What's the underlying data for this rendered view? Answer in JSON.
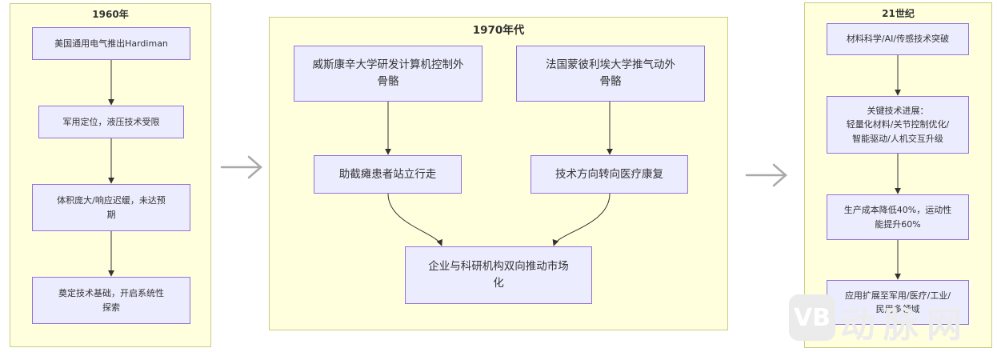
{
  "stages": [
    {
      "title": "1960年",
      "nodes": [
        "美国通用电气推出Hardiman",
        "军用定位，液压技术受限",
        "体积庞大/响应迟缓，未达预期",
        "奠定技术基础，开启系统性探索"
      ]
    },
    {
      "title": "1970年代",
      "nodes": [
        "威斯康辛大学研发计算机控制外骨骼",
        "法国蒙彼利埃大学推气动外骨骼",
        "助截瘫患者站立行走",
        "技术方向转向医疗康复",
        "企业与科研机构双向推动市场化"
      ]
    },
    {
      "title": "21世纪",
      "nodes": [
        "材料科学/AI/传感技术突破",
        "关键技术进展：\n轻量化材料/关节控制优化/\n智能驱动/人机交互升级",
        "生产成本降低40%，运动性能提升60%",
        "应用扩展至军用/医疗/工业/民用多领域"
      ]
    }
  ],
  "watermark": {
    "logo": "VB",
    "text": "动脉网"
  },
  "colors": {
    "cluster_fill": "#ffffde",
    "cluster_border": "#c8cc82",
    "node_fill": "#ececff",
    "node_border": "#9370db",
    "edge": "#333333",
    "stage_arrow": "#a9a9a9"
  }
}
